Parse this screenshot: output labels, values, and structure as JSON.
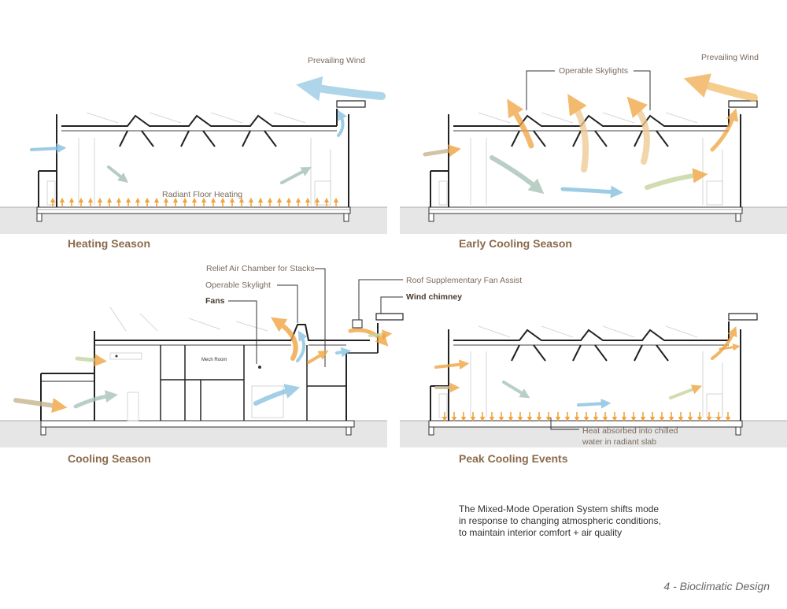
{
  "panels": {
    "heating": {
      "title": "Heating Season",
      "prevailing_wind": "Prevailing Wind",
      "radiant": "Radiant Floor Heating"
    },
    "early_cooling": {
      "title": "Early Cooling Season",
      "prevailing_wind": "Prevailing Wind",
      "skylights": "Operable Skylights"
    },
    "cooling": {
      "title": "Cooling Season",
      "relief_air": "Relief Air Chamber for Stacks",
      "operable_skylight": "Operable Skylight",
      "fans": "Fans",
      "roof_fan": "Roof Supplementary Fan Assist",
      "wind_chimney": "Wind chimney",
      "mech_room": "Mech Room"
    },
    "peak_cooling": {
      "title": "Peak Cooling Events",
      "heat_line1": "Heat absorbed into chilled",
      "heat_line2": "water in radiant slab"
    }
  },
  "description": {
    "line1": "The Mixed-Mode Operation System shifts mode",
    "line2": "in response to changing atmospheric conditions,",
    "line3": "to maintain interior comfort + air quality"
  },
  "page_label": "4 - Bioclimatic Design",
  "colors": {
    "warm": "#f0a440",
    "cool": "#8cc4e0",
    "text": "#7a6a5c",
    "heading": "#8a6a4a",
    "ground": "#e6e6e6"
  }
}
